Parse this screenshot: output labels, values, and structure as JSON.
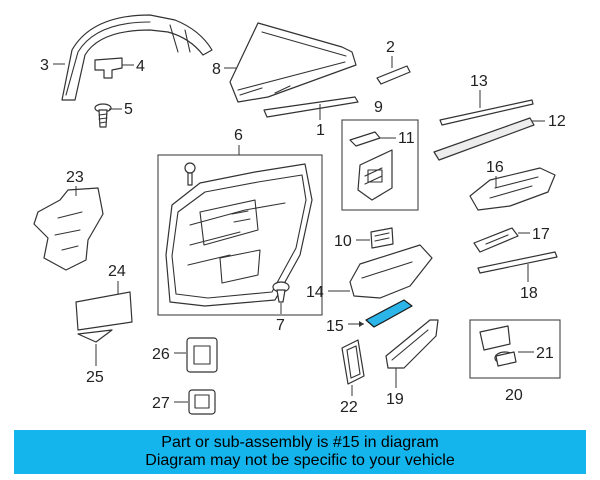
{
  "callouts": {
    "c1": "1",
    "c2": "2",
    "c3": "3",
    "c4": "4",
    "c5": "5",
    "c6": "6",
    "c7": "7",
    "c8": "8",
    "c9": "9",
    "c10": "10",
    "c11": "11",
    "c12": "12",
    "c13": "13",
    "c14": "14",
    "c15": "15",
    "c16": "16",
    "c17": "17",
    "c18": "18",
    "c19": "19",
    "c20": "20",
    "c21": "21",
    "c22": "22",
    "c23": "23",
    "c24": "24",
    "c25": "25",
    "c26": "26",
    "c27": "27"
  },
  "highlight": {
    "part": "15",
    "color": "#2bb5e8"
  },
  "footer": {
    "line1": "Part or sub-assembly is #15 in diagram",
    "line2": "Diagram may not be specific to your vehicle",
    "background": "#14b4ec"
  }
}
